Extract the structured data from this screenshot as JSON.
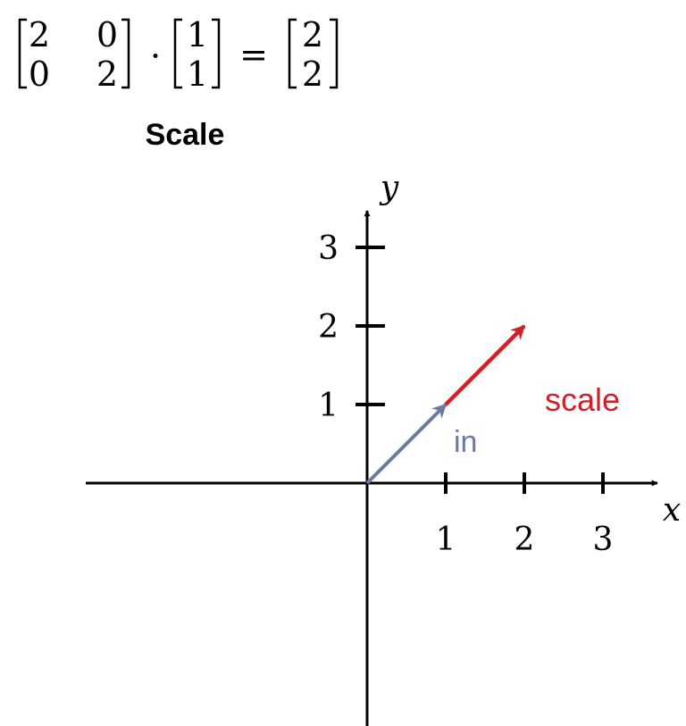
{
  "equation": {
    "matrix": [
      [
        "2",
        "0"
      ],
      [
        "0",
        "2"
      ]
    ],
    "dot": "·",
    "vector_in": [
      "1",
      "1"
    ],
    "equals": "=",
    "vector_out": [
      "2",
      "2"
    ]
  },
  "title": "Scale",
  "axes": {
    "x_label": "x",
    "y_label": "y",
    "x_ticks": [
      "1",
      "2",
      "3"
    ],
    "y_ticks": [
      "1",
      "2",
      "3"
    ]
  },
  "vectors": {
    "input": {
      "label": "in",
      "from": [
        0,
        0
      ],
      "to": [
        1,
        1
      ],
      "color": "#6a7aa3"
    },
    "output": {
      "label": "scale",
      "from": [
        1,
        1
      ],
      "to": [
        2,
        2
      ],
      "color": "#d0202a"
    }
  },
  "colors": {
    "axis": "#000000",
    "text": "#000000"
  }
}
